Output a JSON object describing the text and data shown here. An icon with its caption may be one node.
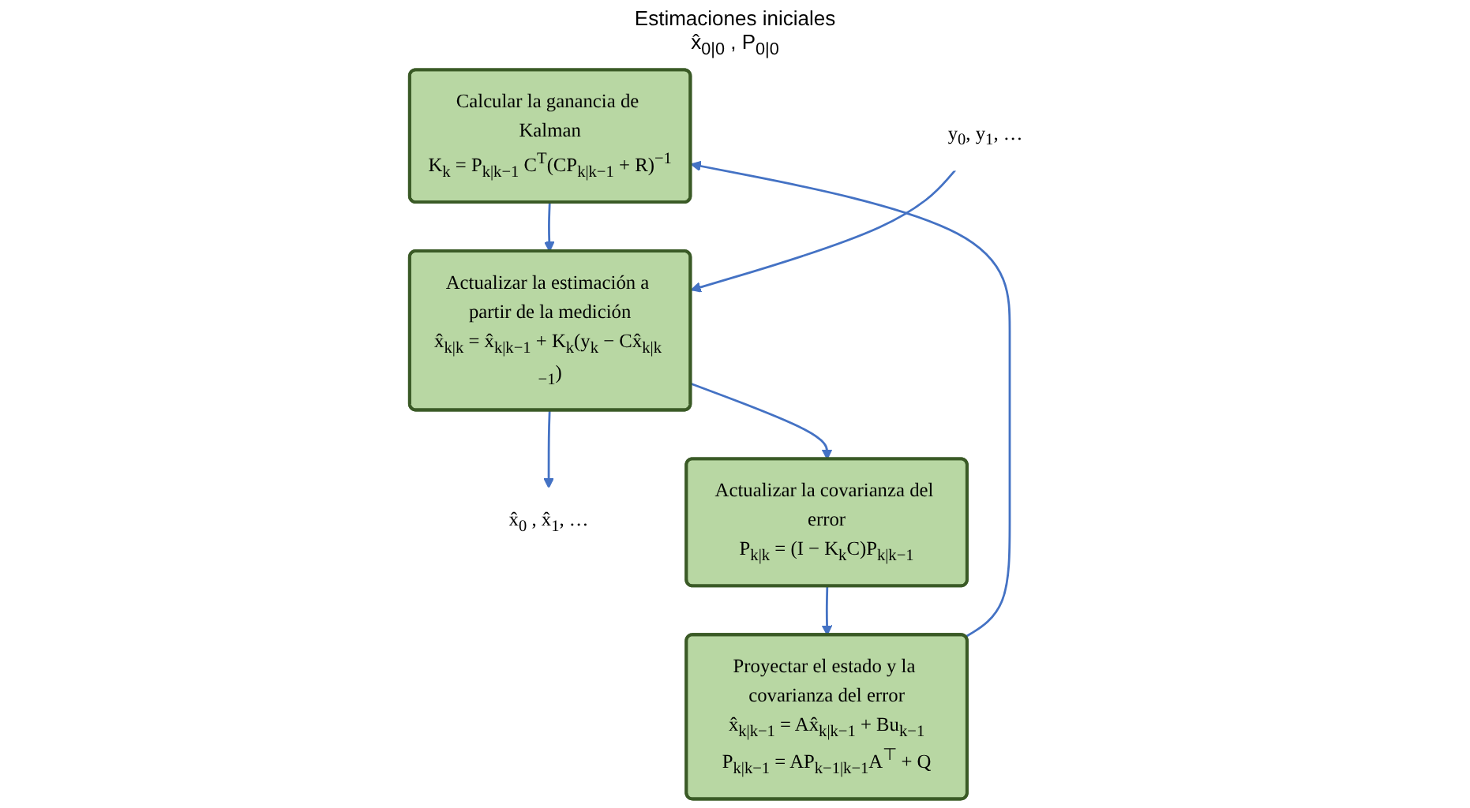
{
  "diagram": {
    "nodes": [
      {
        "text": [
          "Calcular la ganancia de Kalman",
          "K$_{k}$ = P$_{k|k−1}$ C$^{T}$(CP$_{k|k−1}$ + R)$^{−1}$"
        ],
        "beside": [
          "Estimaciones iniciales",
          "x̂$_{0|0}$ , P$_{0|0}$"
        ]
      },
      {
        "text": [
          "y$_{0}$, y$_{1}$, …"
        ]
      },
      {
        "text": [
          "Actualizar la estimación a partir de la medición",
          "x̂$_{k|k}$ = x̂$_{k|k−1}$ + K$_{k}$(y$_{k}$ − Cx̂$_{k|k −1}$)"
        ]
      },
      {
        "text": [
          "x̂$_{0}$ , x̂$_{1}$, …"
        ]
      },
      {
        "text": [
          "Actualizar la covarianza del error",
          "P$_{k|k}$ = (I − K$_{k}$C)P$_{k|k−1}$"
        ]
      },
      {
        "text": [
          "Proyectar el estado y la covarianza del error",
          "x̂$_{k|k−1}$ = Ax̂$_{k|k−1}$ + Bu$_{k−1}$",
          "P$_{k|k−1}$ = AP$_{k−1|k−1}$A$^{⊤}$ + Q"
        ]
      }
    ],
    "edges": [
      {
        "from": 0,
        "to": 2,
        "arrow": "to"
      },
      {
        "from": 1,
        "to": 2,
        "arrow": "to"
      },
      {
        "from": 2,
        "to": 3,
        "arrow": "to"
      },
      {
        "from": 2,
        "to": 4,
        "arrow": "to"
      },
      {
        "from": 4,
        "to": 5,
        "arrow": "to"
      },
      {
        "from": 5,
        "to": 0,
        "arrow": "to"
      }
    ]
  }
}
